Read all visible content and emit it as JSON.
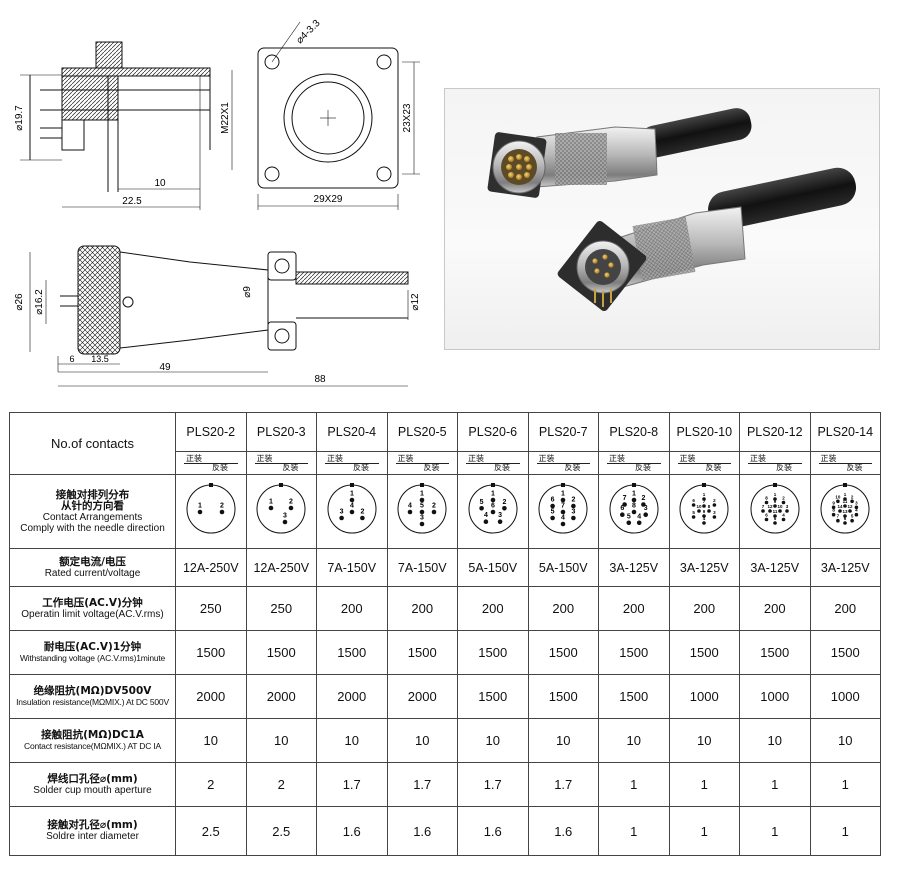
{
  "drawings": {
    "panel_side": {
      "dia": "⌀19.7",
      "thread": "M22X1",
      "len_a": "10",
      "len_b": "22.5"
    },
    "flange_front": {
      "hole": "⌀4-3.3",
      "pitch": "23X23",
      "size": "29X29"
    },
    "plug_side": {
      "dia_outer": "⌀26",
      "dia_inner": "⌀16.2",
      "dia_cable_in": "⌀9",
      "dia_cable": "⌀12",
      "len_6": "6",
      "len_13_5": "13.5",
      "len_49": "49",
      "len_88": "88"
    }
  },
  "header_label": "No.of contacts",
  "models": [
    "PLS20-2",
    "PLS20-3",
    "PLS20-4",
    "PLS20-5",
    "PLS20-6",
    "PLS20-7",
    "PLS20-8",
    "PLS20-10",
    "PLS20-12",
    "PLS20-14"
  ],
  "mount": {
    "front": "正装",
    "reverse": "反装"
  },
  "rows": {
    "arrangement": {
      "cn1": "接触对排列分布",
      "cn2": "从针的方向看",
      "en1": "Contact Arrangements",
      "en2": "Comply with the needle direction"
    },
    "rated": {
      "cn": "额定电流/电压",
      "en": "Rated current/voltage",
      "values": [
        "12A-250V",
        "12A-250V",
        "7A-150V",
        "7A-150V",
        "5A-150V",
        "5A-150V",
        "3A-125V",
        "3A-125V",
        "3A-125V",
        "3A-125V"
      ]
    },
    "operating": {
      "cn": "工作电压(AC.V)分钟",
      "en": "Operatin limit voltage(AC.V.rms)",
      "values": [
        "250",
        "250",
        "200",
        "200",
        "200",
        "200",
        "200",
        "200",
        "200",
        "200"
      ]
    },
    "withstanding": {
      "cn": "耐电压(AC.V)1分钟",
      "en": "Withstanding voltage (AC.V.rms)1minute",
      "values": [
        "1500",
        "1500",
        "1500",
        "1500",
        "1500",
        "1500",
        "1500",
        "1500",
        "1500",
        "1500"
      ]
    },
    "insulation": {
      "cn": "绝缘阻抗(MΩ)DV500V",
      "en": "Insulation resistance(MΩMIX.) At DC 500V",
      "values": [
        "2000",
        "2000",
        "2000",
        "2000",
        "1500",
        "1500",
        "1500",
        "1000",
        "1000",
        "1000"
      ]
    },
    "contact_res": {
      "cn": "接触阻抗(MΩ)DC1A",
      "en": "Contact resistance(MΩMIX.) AT DC IA",
      "values": [
        "10",
        "10",
        "10",
        "10",
        "10",
        "10",
        "10",
        "10",
        "10",
        "10"
      ]
    },
    "solder_cup": {
      "cn": "焊线口孔径⌀(mm)",
      "en": "Solder cup mouth aperture",
      "values": [
        "2",
        "2",
        "1.7",
        "1.7",
        "1.7",
        "1.7",
        "1",
        "1",
        "1",
        "1"
      ]
    },
    "solder_inter": {
      "cn": "接触对孔径⌀(mm)",
      "en": "Soldre inter diameter",
      "values": [
        "2.5",
        "2.5",
        "1.6",
        "1.6",
        "1.6",
        "1.6",
        "1",
        "1",
        "1",
        "1"
      ]
    }
  },
  "pin_numbers": [
    "1",
    "2",
    "3",
    "4",
    "5",
    "6",
    "7",
    "8",
    "9",
    "10",
    "11",
    "12",
    "13",
    "14"
  ]
}
